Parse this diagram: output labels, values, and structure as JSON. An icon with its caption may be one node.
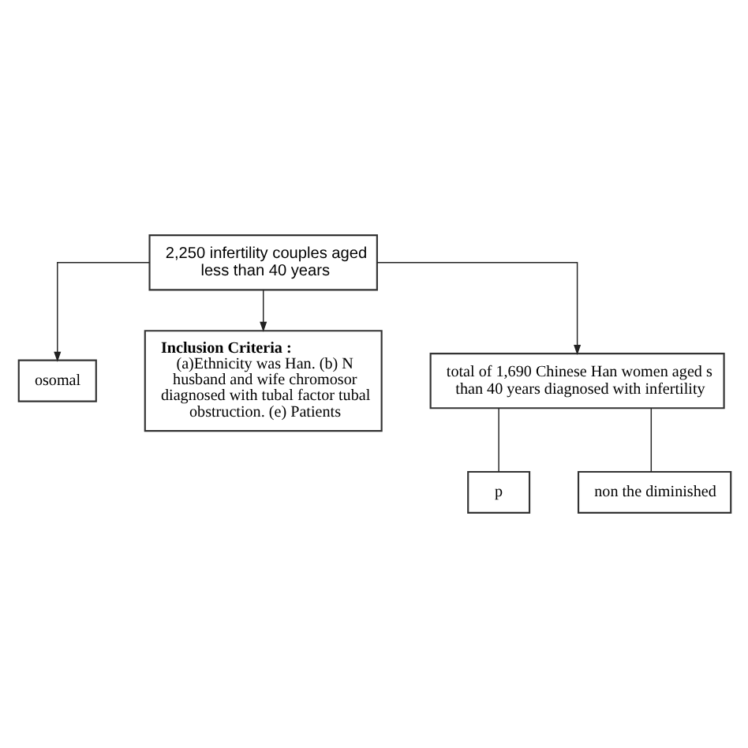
{
  "diagram": {
    "nodes": [
      {
        "text": [
          "2,250 infertility couples aged less than 40 years"
        ]
      },
      {
        "text": [
          "osomal"
        ]
      },
      {
        "text": [
          "Inclusion Criteria :",
          "(a)Ethnicity was Han. (b) N husband and wife chromosor diagnosed with tubal factor tubal obstruction. (e) Patients"
        ]
      },
      {
        "text": [
          "total of 1,690 Chinese Han women aged s than 40 years diagnosed with infertility"
        ]
      },
      {
        "text": [
          "p"
        ]
      },
      {
        "text": [
          "non the diminished"
        ]
      }
    ],
    "edges": [
      {
        "from": 0,
        "to": 1,
        "arrow": "to"
      },
      {
        "from": 0,
        "to": 2,
        "arrow": "to"
      },
      {
        "from": 0,
        "to": 3,
        "arrow": "to"
      },
      {
        "from": 3,
        "to": 4,
        "arrow": "none"
      },
      {
        "from": 3,
        "to": 5,
        "arrow": "none"
      }
    ]
  }
}
